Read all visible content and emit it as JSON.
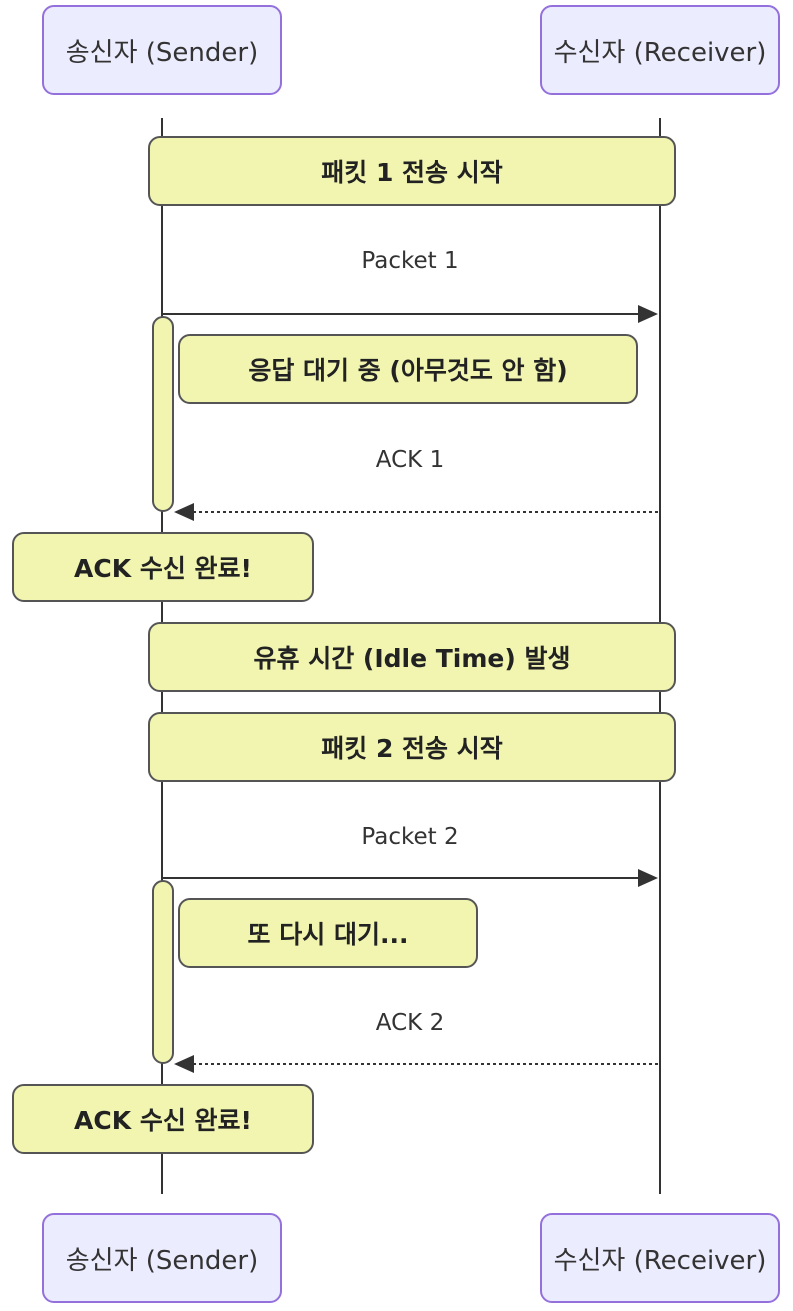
{
  "actors": {
    "sender": "송신자 (Sender)",
    "receiver": "수신자 (Receiver)"
  },
  "notes": {
    "packet1_start": "패킷 1 전송 시작",
    "waiting": "응답 대기 중 (아무것도 안 함)",
    "ack1_received": "ACK 수신 완료!",
    "idle_time": "유휴 시간 (Idle Time) 발생",
    "packet2_start": "패킷 2 전송 시작",
    "wait_again": "또 다시 대기...",
    "ack2_received": "ACK 수신 완료!"
  },
  "messages": {
    "packet1": "Packet 1",
    "ack1": "ACK 1",
    "packet2": "Packet 2",
    "ack2": "ACK 2"
  }
}
